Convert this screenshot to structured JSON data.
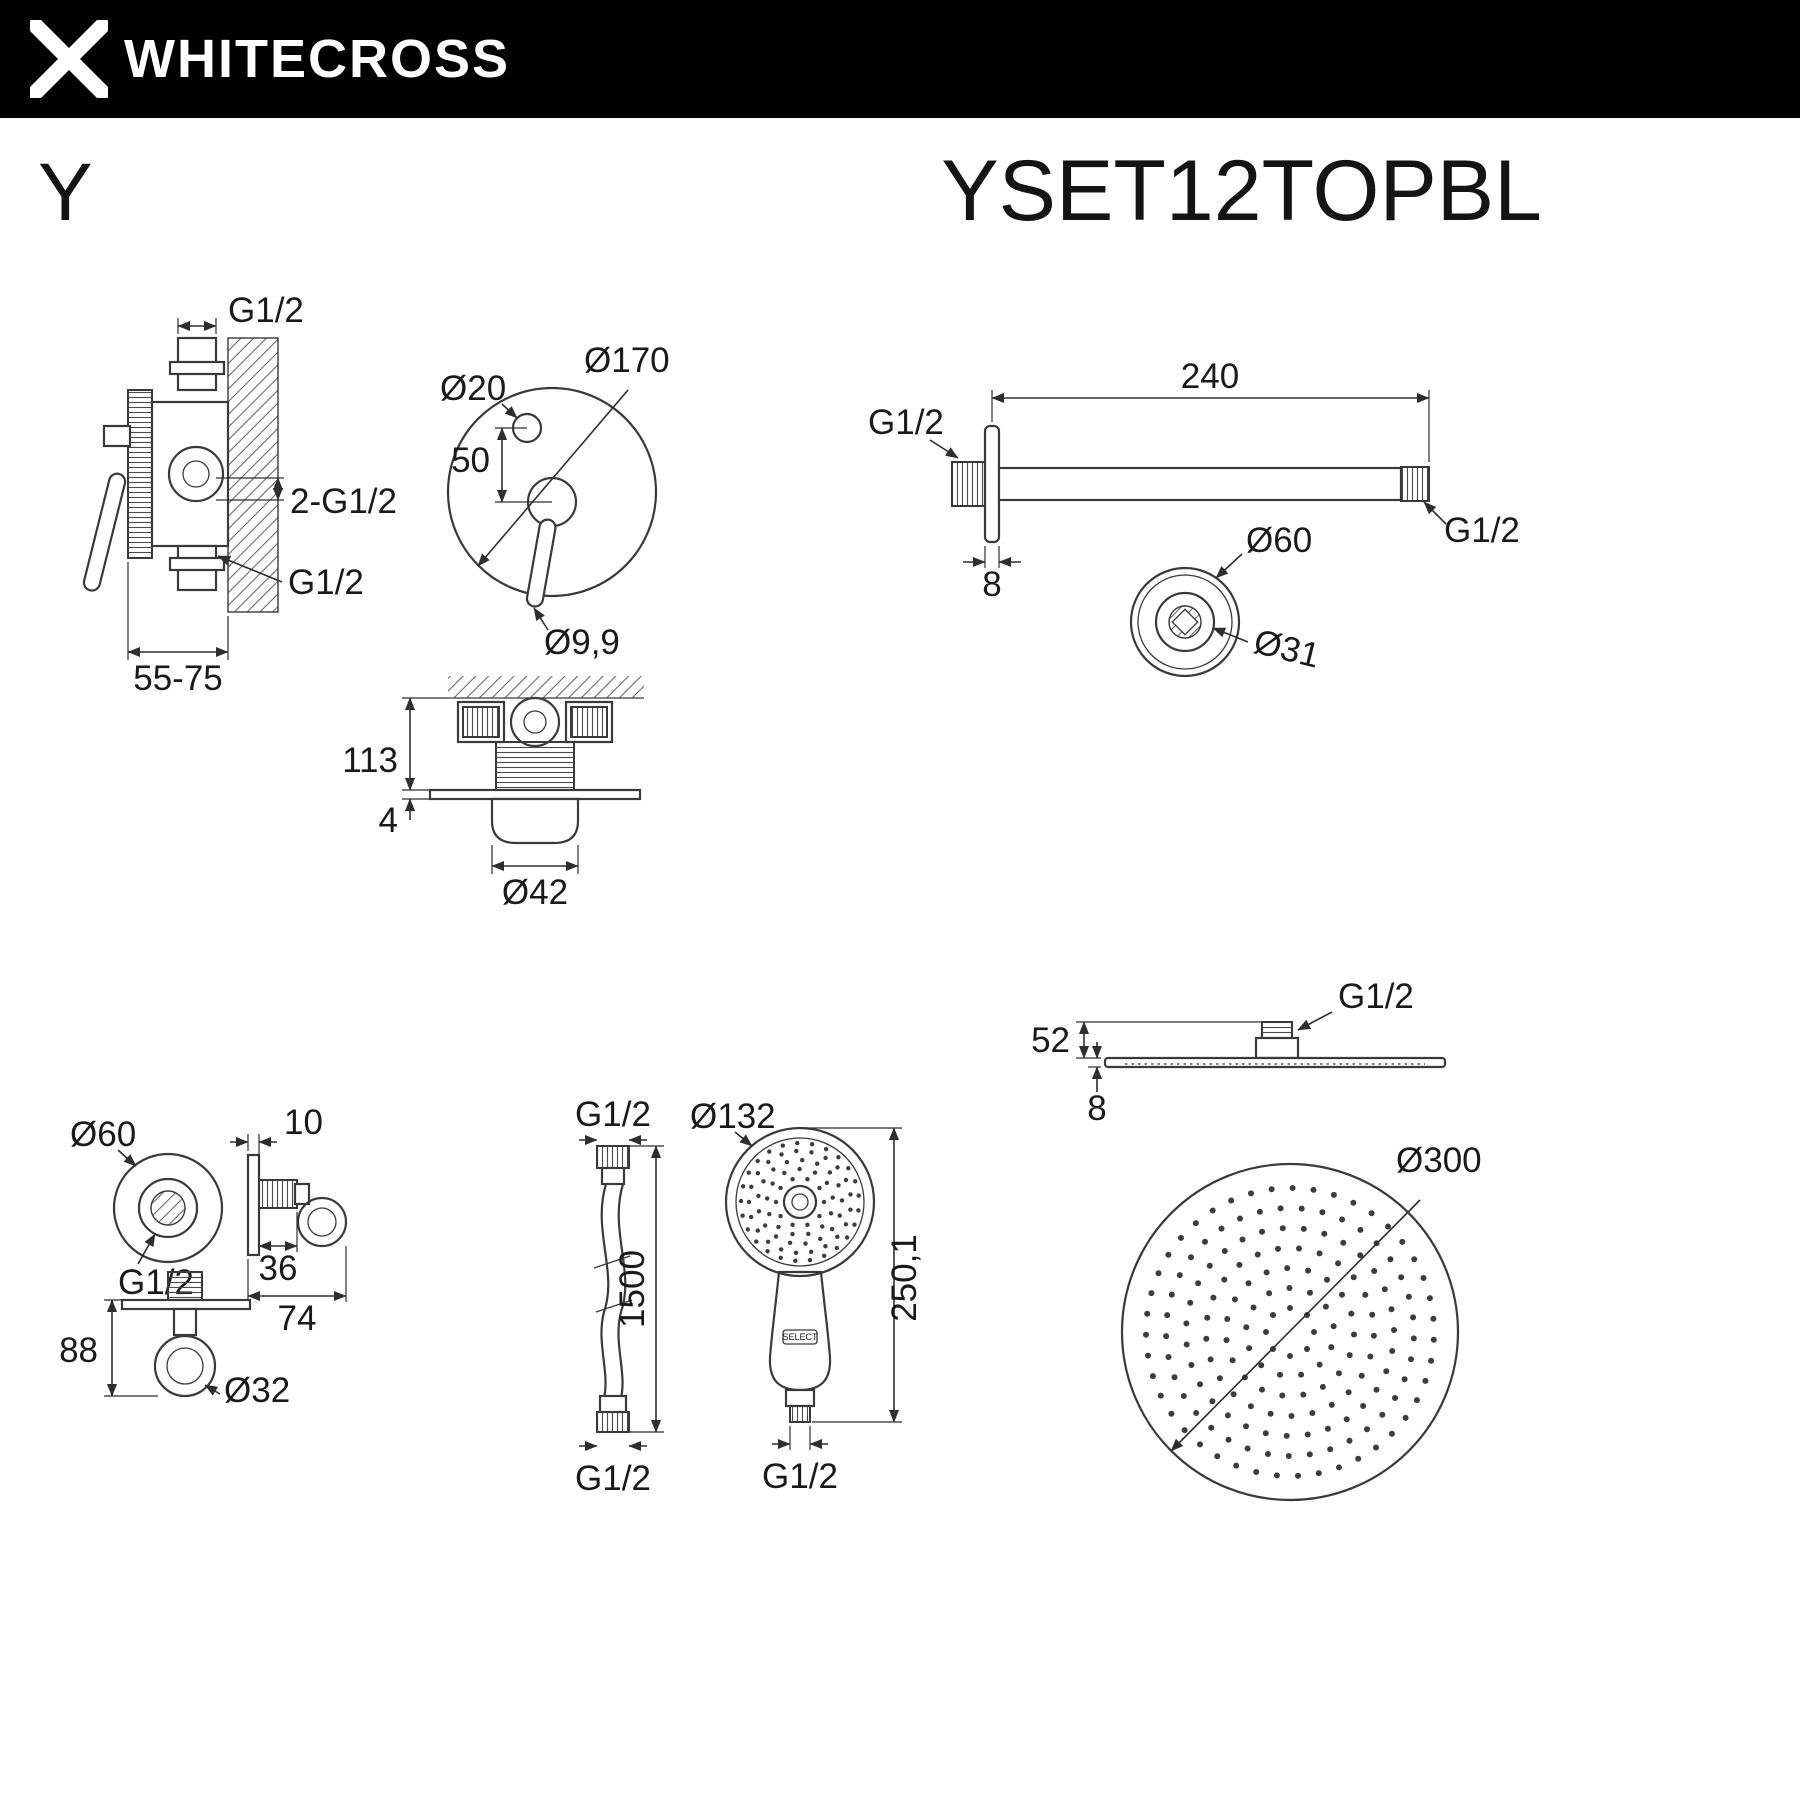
{
  "header": {
    "brand": "WHITECROSS",
    "logo_icon": "x-cross-icon"
  },
  "title": {
    "series": "Y",
    "model": "YSET12TOPBL"
  },
  "colors": {
    "header_bg": "#000000",
    "line": "#3a3a3a",
    "text": "#1a1a1a"
  },
  "labels": {
    "mixer_side": {
      "thread_top": "G1/2",
      "threads_mid": "2-G1/2",
      "thread_bottom": "G1/2",
      "depth_range": "55-75"
    },
    "mixer_front": {
      "plate_diameter": "Ø170",
      "hole_diameter": "Ø20",
      "centers_offset": "50",
      "lever_diameter": "Ø9,9"
    },
    "mixer_section": {
      "depth": "113",
      "plate_thickness": "4",
      "trim_diameter": "Ø42"
    },
    "arm": {
      "length": "240",
      "thread_wall": "G1/2",
      "thread_end": "G1/2",
      "flange_thickness": "8",
      "flange_diameter": "Ø60",
      "bore_diameter": "Ø31"
    },
    "outlet": {
      "flange_diameter": "Ø60",
      "thread": "G1/2",
      "plate_thickness": "10",
      "stub_length": "36",
      "width": "74",
      "height": "88",
      "holder_diameter": "Ø32"
    },
    "hose": {
      "thread_top": "G1/2",
      "length": "1500",
      "thread_bottom": "G1/2"
    },
    "handshower": {
      "head_diameter": "Ø132",
      "length": "250,1",
      "thread": "G1/2",
      "mode_button": "SELECT"
    },
    "overhead": {
      "thread": "G1/2",
      "connector_height": "52",
      "plate_thickness": "8",
      "diameter": "Ø300"
    }
  }
}
